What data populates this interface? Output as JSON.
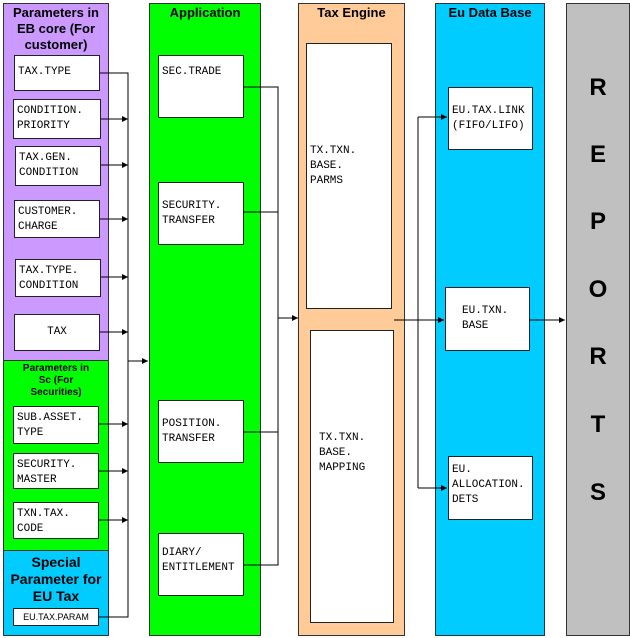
{
  "columns": {
    "eb_core": {
      "title": "Parameters in EB core (For customer)",
      "color": "#cc99ff",
      "items": [
        "TAX.TYPE",
        "CONDITION.\nPRIORITY",
        "TAX.GEN.\nCONDITION",
        "CUSTOMER.\nCHARGE",
        "TAX.TYPE.\nCONDITION",
        "TAX"
      ]
    },
    "sc": {
      "title": "Parameters in Sc (For Securities)",
      "color": "#00ff00",
      "items": [
        "SUB.ASSET.\nTYPE",
        "SECURITY.\nMASTER",
        "TXN.TAX.\nCODE"
      ]
    },
    "special": {
      "title": "Special Parameter for EU Tax",
      "color": "#00ccff",
      "items": [
        "EU.TAX.PARAM"
      ]
    },
    "application": {
      "title": "Application",
      "color": "#00ff00",
      "items": [
        "SEC.TRADE",
        "SECURITY.\nTRANSFER",
        "POSITION.\nTRANSFER",
        "DIARY/\nENTITLEMENT"
      ]
    },
    "tax_engine": {
      "title": "Tax Engine",
      "color": "#ffcc99",
      "items": [
        "TX.TXN.\nBASE.\nPARMS",
        "TX.TXN.\nBASE.\nMAPPING"
      ]
    },
    "eu_db": {
      "title": "Eu Data Base",
      "color": "#00ccff",
      "items": [
        "EU.TAX.LINK\n(FIFO/LIFO)",
        "EU.TXN.\nBASE",
        "EU.\nALLOCATION.\nDETS"
      ]
    },
    "reports": {
      "color": "#c0c0c0",
      "letters": [
        "R",
        "E",
        "P",
        "O",
        "R",
        "T",
        "S"
      ]
    }
  }
}
